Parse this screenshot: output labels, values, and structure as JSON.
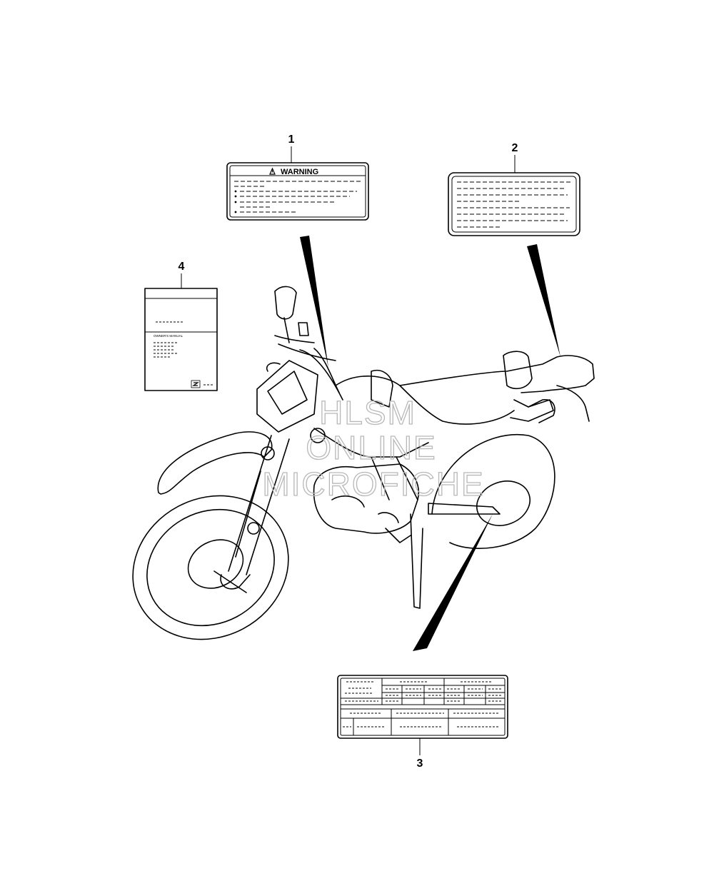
{
  "callouts": {
    "c1": "1",
    "c2": "2",
    "c3": "3",
    "c4": "4"
  },
  "label1": {
    "heading": "WARNING"
  },
  "manual": {
    "title": "OWNER'S MANUAL"
  },
  "watermark": {
    "line1": "HLSM",
    "line2": "ONLINE",
    "line3": "MICROFICHE"
  }
}
